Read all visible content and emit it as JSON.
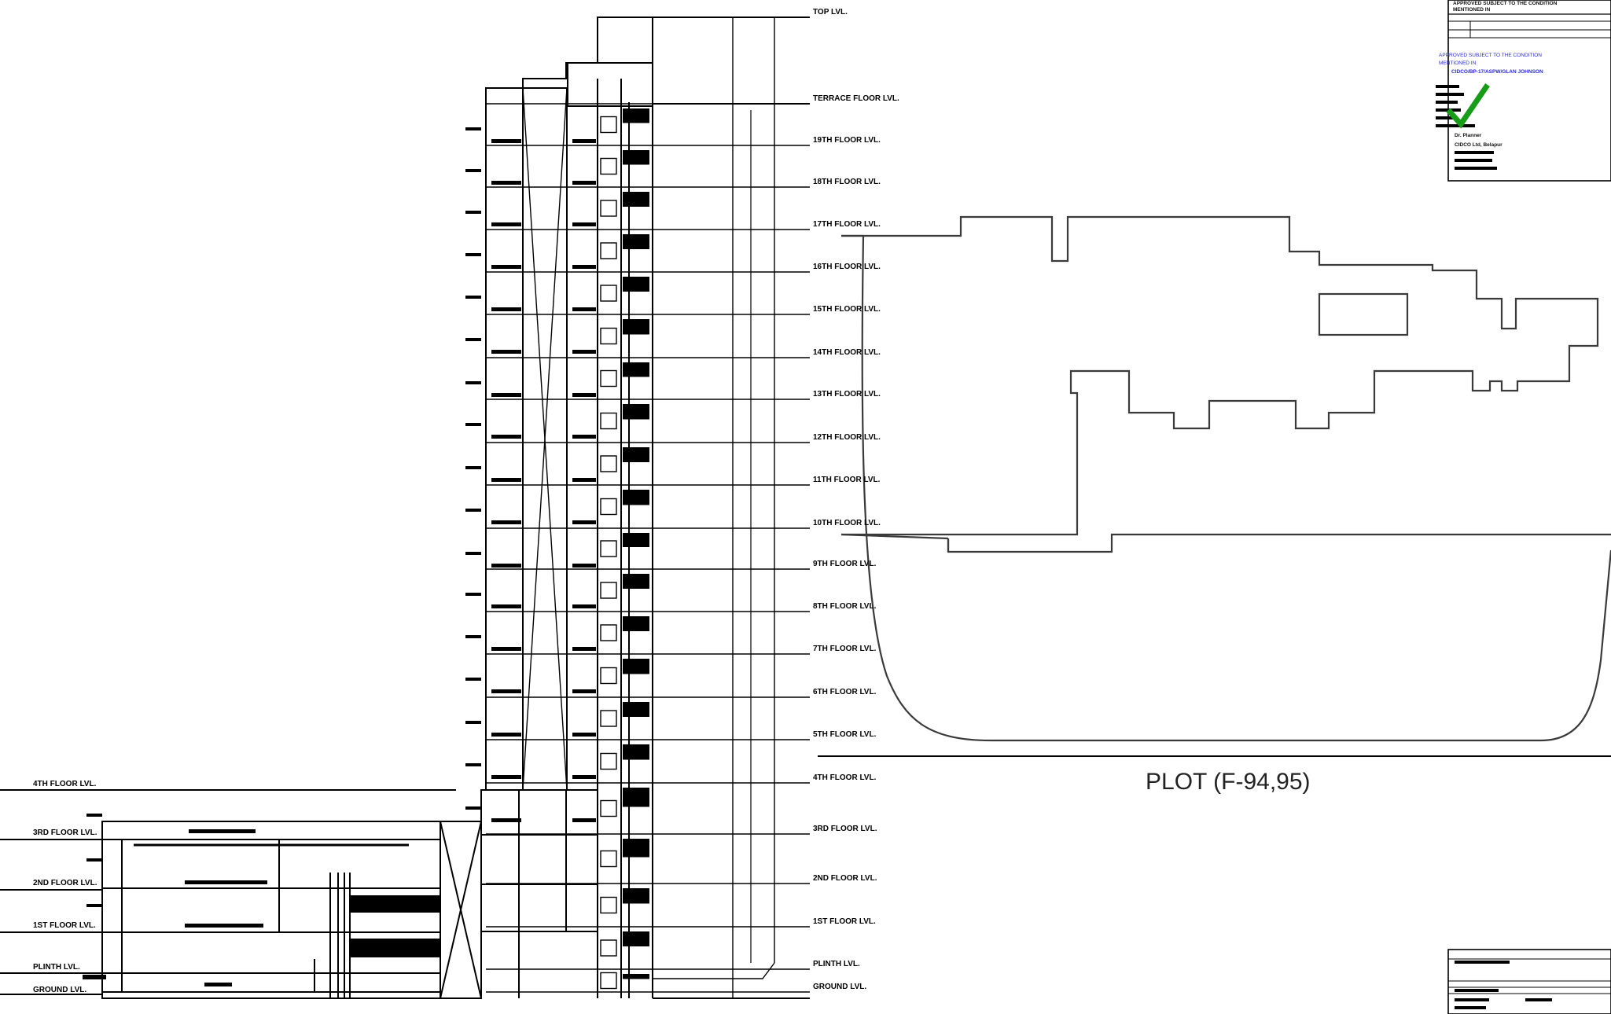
{
  "plot_label": "PLOT (F-94,95)",
  "colors": {
    "line": "#000000",
    "outline": "#3a3a3a",
    "approval_blue": "#2a2ad8",
    "check_green": "#169c16"
  },
  "tower_levels": [
    "TOP LVL.",
    "TERRACE FLOOR LVL.",
    "19TH FLOOR LVL.",
    "18TH FLOOR LVL.",
    "17TH FLOOR LVL.",
    "16TH FLOOR LVL.",
    "15TH FLOOR LVL.",
    "14TH FLOOR LVL.",
    "13TH FLOOR LVL.",
    "12TH FLOOR LVL.",
    "11TH FLOOR LVL.",
    "10TH FLOOR LVL.",
    "9TH FLOOR LVL.",
    "8TH FLOOR LVL.",
    "7TH FLOOR LVL.",
    "6TH FLOOR LVL.",
    "5TH FLOOR LVL.",
    "4TH FLOOR LVL.",
    "3RD FLOOR LVL.",
    "2ND FLOOR LVL.",
    "1ST FLOOR LVL.",
    "PLINTH LVL.",
    "GROUND LVL."
  ],
  "podium_levels": [
    "4TH FLOOR LVL.",
    "3RD FLOOR LVL.",
    "2ND FLOOR LVL.",
    "1ST FLOOR LVL.",
    "PLINTH LVL.",
    "GROUND LVL."
  ],
  "title_block_top": {
    "line1": "APPROVED SUBJECT TO THE CONDITION",
    "line2": "MENTIONED IN"
  },
  "approval_stamp": {
    "line1": "APPROVED SUBJECT TO THE CONDITION",
    "line2": "MENTIONED IN",
    "line3": "CIDCO/BP-17/ASPW/GLAN JOHNSON",
    "line4": "Dr. Planner",
    "line5": "CIDCO Ltd, Belapur"
  }
}
